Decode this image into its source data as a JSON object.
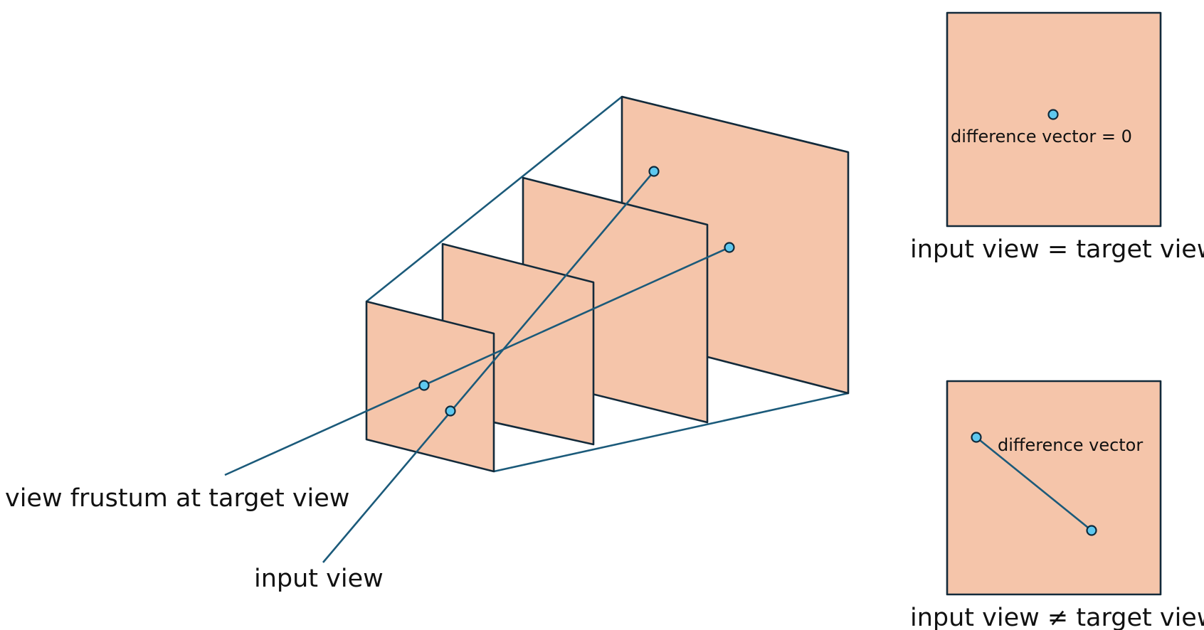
{
  "labels": {
    "frustum": "view frustum at target view",
    "input_view": "input view",
    "equal_caption": "input view = target view",
    "unequal_caption": "input view ≠ target view",
    "diff_zero": "difference vector = 0",
    "diff_vector": "difference vector"
  },
  "colors": {
    "plane_fill": "#f5c5aa",
    "frame_stroke": "#132a3a",
    "line": "#1b5a7a",
    "point": "#5ec8ef"
  }
}
